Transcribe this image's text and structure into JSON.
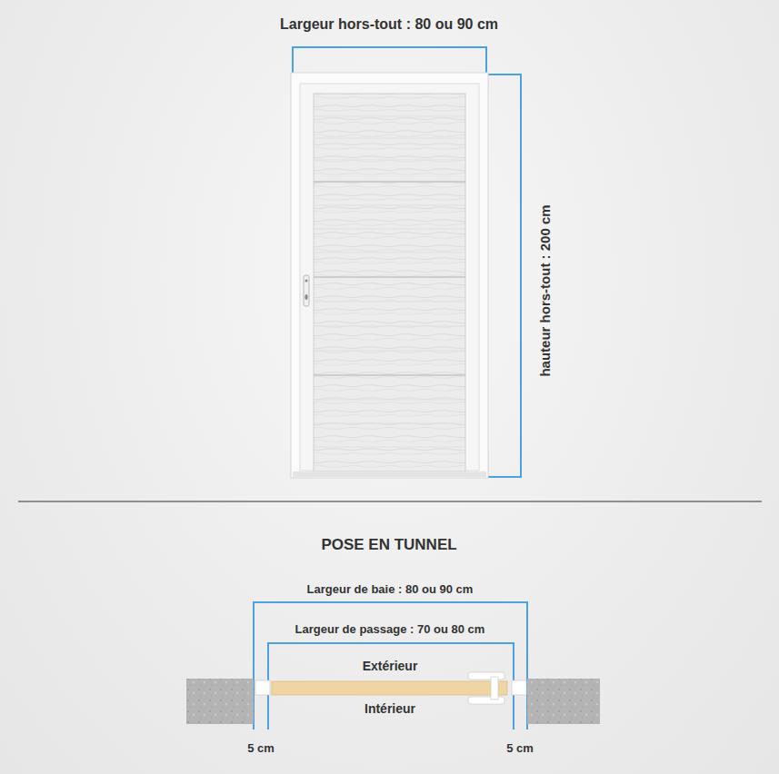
{
  "diagram": {
    "labels": [
      "Largeur hors-tout : 80 ou 90 cm",
      "hauteur hors-tout : 200 cm",
      "POSE EN TUNNEL",
      "Largeur de baie : 80 ou 90 cm",
      "Largeur de passage : 70 ou 80 cm",
      "Extérieur",
      "Intérieur",
      "5 cm",
      "5 cm"
    ]
  }
}
